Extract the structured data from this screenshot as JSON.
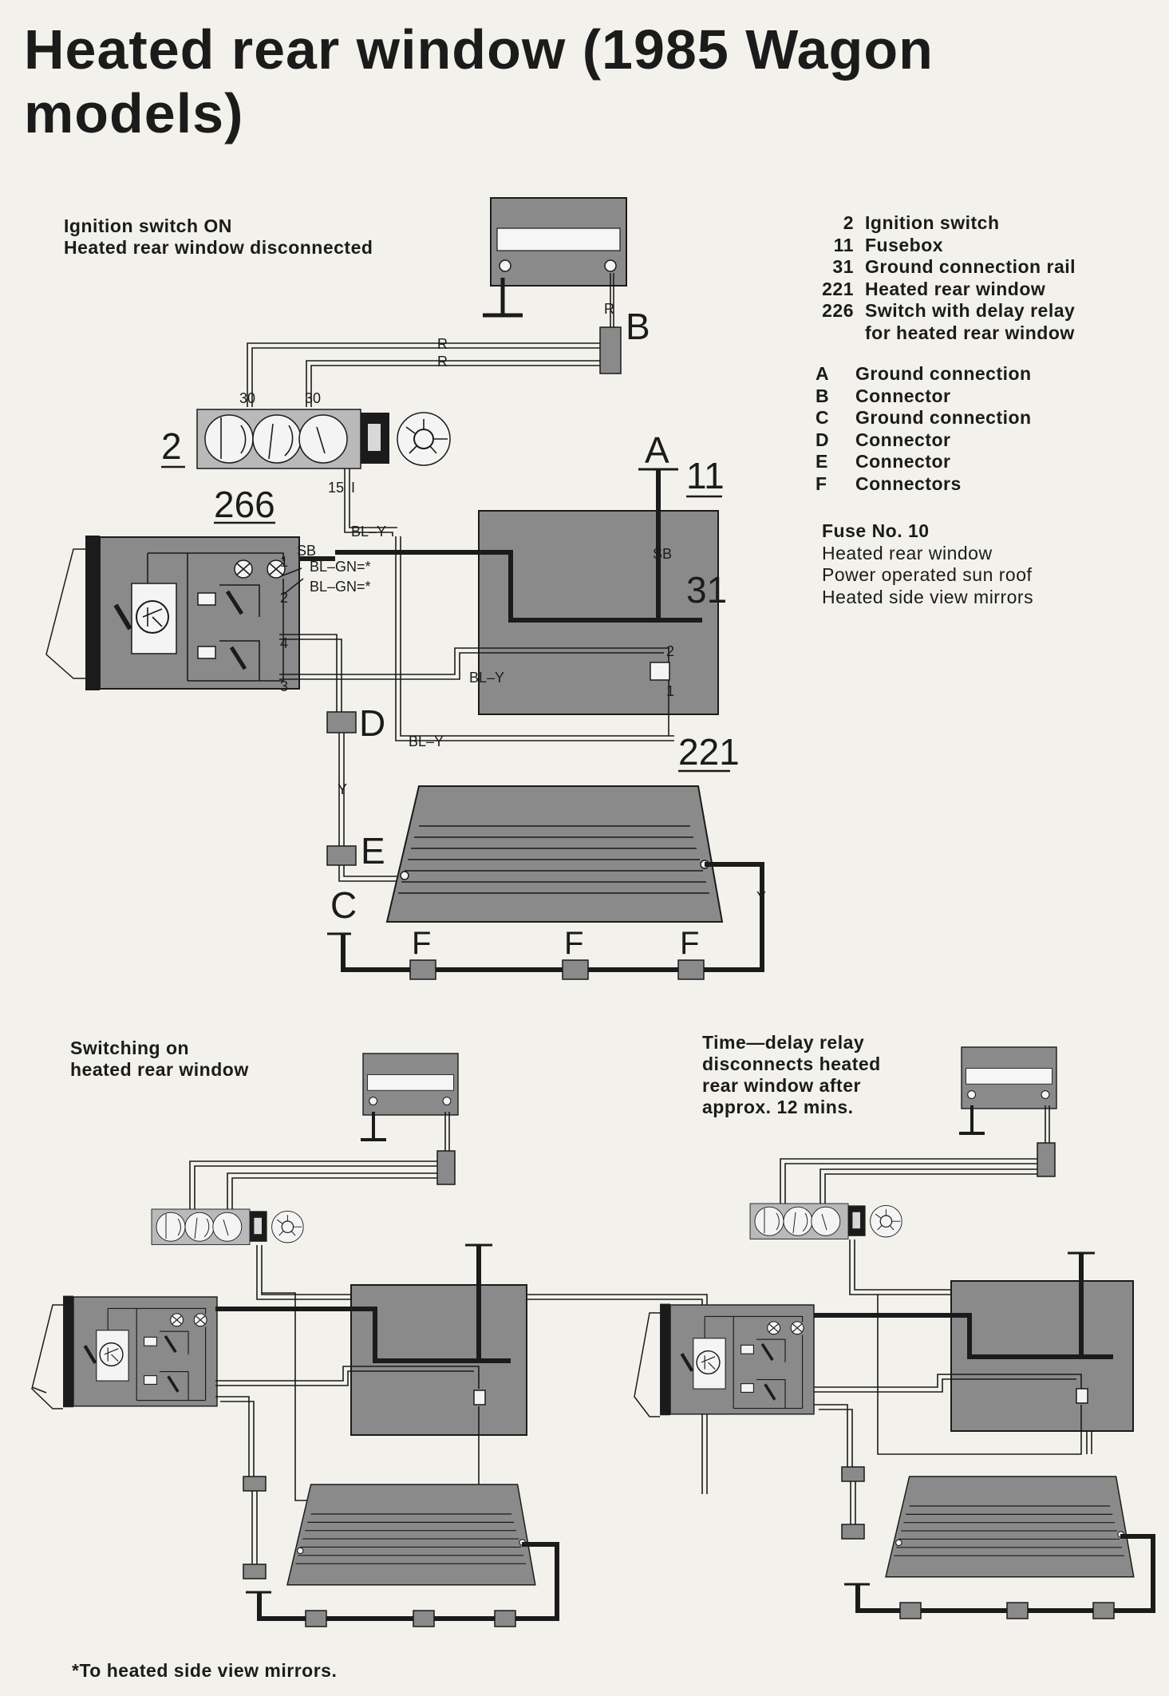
{
  "title": "Heated rear window (1985 Wagon models)",
  "captions": {
    "top_left_1": "Ignition switch ON",
    "top_left_2": "Heated rear window disconnected",
    "mid_left_1": "Switching on",
    "mid_left_2": "heated rear window",
    "mid_right_1": "Time—delay relay",
    "mid_right_2": "disconnects heated",
    "mid_right_3": "rear window after",
    "mid_right_4": "approx. 12 mins."
  },
  "legend_numbers": [
    {
      "num": "2",
      "text": "Ignition switch"
    },
    {
      "num": "11",
      "text": "Fusebox"
    },
    {
      "num": "31",
      "text": "Ground connection rail"
    },
    {
      "num": "221",
      "text": "Heated rear window"
    },
    {
      "num": "226",
      "text": "Switch with delay relay"
    },
    {
      "num": "",
      "text": "for heated rear window"
    }
  ],
  "legend_letters": [
    {
      "letter": "A",
      "text": "Ground connection"
    },
    {
      "letter": "B",
      "text": "Connector"
    },
    {
      "letter": "C",
      "text": "Ground connection"
    },
    {
      "letter": "D",
      "text": "Connector"
    },
    {
      "letter": "E",
      "text": "Connector"
    },
    {
      "letter": "F",
      "text": "Connectors"
    }
  ],
  "fuse": {
    "heading": "Fuse No. 10",
    "items": [
      "Heated rear window",
      "Power operated sun roof",
      "Heated side view mirrors"
    ]
  },
  "diagram_labels": {
    "comp_2": "2",
    "comp_266": "266",
    "comp_11": "11",
    "comp_31": "31",
    "comp_221": "221",
    "A": "A",
    "B": "B",
    "C": "C",
    "D": "D",
    "E": "E",
    "F": "F",
    "term_30a": "30",
    "term_30b": "30",
    "term_15": "15",
    "term_i": "I",
    "wire_r": "R",
    "wire_sb": "SB",
    "wire_bly": "BL–Y",
    "wire_blgn": "BL–GN=*",
    "wire_y": "Y",
    "pin_1": "1",
    "pin_2": "2",
    "pin_3": "3",
    "pin_4": "4"
  },
  "footnote": "*To heated side view mirrors."
}
